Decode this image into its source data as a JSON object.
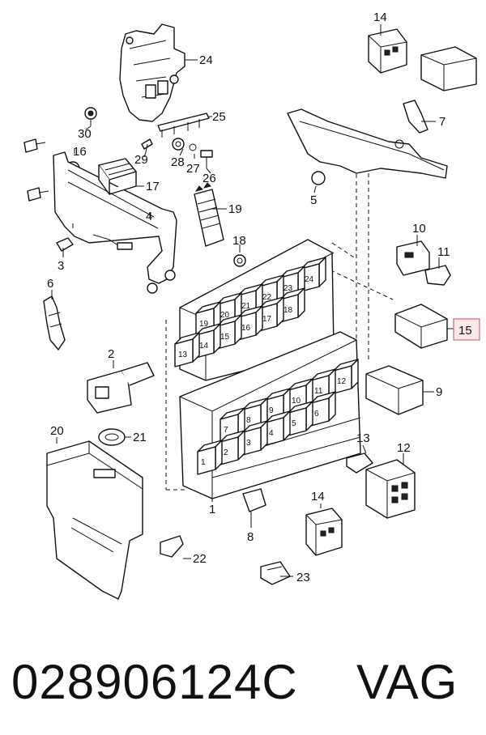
{
  "diagram": {
    "callouts": [
      {
        "id": "callout-1",
        "label": "1"
      },
      {
        "id": "callout-2",
        "label": "2"
      },
      {
        "id": "callout-3",
        "label": "3"
      },
      {
        "id": "callout-4",
        "label": "4"
      },
      {
        "id": "callout-5",
        "label": "5"
      },
      {
        "id": "callout-6",
        "label": "6"
      },
      {
        "id": "callout-7",
        "label": "7"
      },
      {
        "id": "callout-8",
        "label": "8"
      },
      {
        "id": "callout-9",
        "label": "9"
      },
      {
        "id": "callout-10",
        "label": "10"
      },
      {
        "id": "callout-11",
        "label": "11"
      },
      {
        "id": "callout-12",
        "label": "12"
      },
      {
        "id": "callout-13",
        "label": "13"
      },
      {
        "id": "callout-14-top",
        "label": "14"
      },
      {
        "id": "callout-14-bottom",
        "label": "14"
      },
      {
        "id": "callout-15",
        "label": "15"
      },
      {
        "id": "callout-16",
        "label": "16"
      },
      {
        "id": "callout-17",
        "label": "17"
      },
      {
        "id": "callout-18",
        "label": "18"
      },
      {
        "id": "callout-19",
        "label": "19"
      },
      {
        "id": "callout-20",
        "label": "20"
      },
      {
        "id": "callout-21",
        "label": "21"
      },
      {
        "id": "callout-22",
        "label": "22"
      },
      {
        "id": "callout-23",
        "label": "23"
      },
      {
        "id": "callout-24",
        "label": "24"
      },
      {
        "id": "callout-25",
        "label": "25"
      },
      {
        "id": "callout-26",
        "label": "26"
      },
      {
        "id": "callout-27",
        "label": "27"
      },
      {
        "id": "callout-28",
        "label": "28"
      },
      {
        "id": "callout-29",
        "label": "29"
      },
      {
        "id": "callout-30",
        "label": "30"
      }
    ],
    "relay_positions": [
      "24",
      "23",
      "22",
      "21",
      "20",
      "19",
      "18",
      "17",
      "16",
      "15",
      "14",
      "13"
    ],
    "fuse_positions": [
      "12",
      "11",
      "10",
      "9",
      "8",
      "7",
      "6",
      "5",
      "4",
      "3",
      "2",
      "1"
    ],
    "highlight": {
      "label": "15",
      "color": "#e06070",
      "fill": "#fde8ea"
    }
  },
  "caption": {
    "part_number": "028906124C",
    "brand": "VAG"
  }
}
